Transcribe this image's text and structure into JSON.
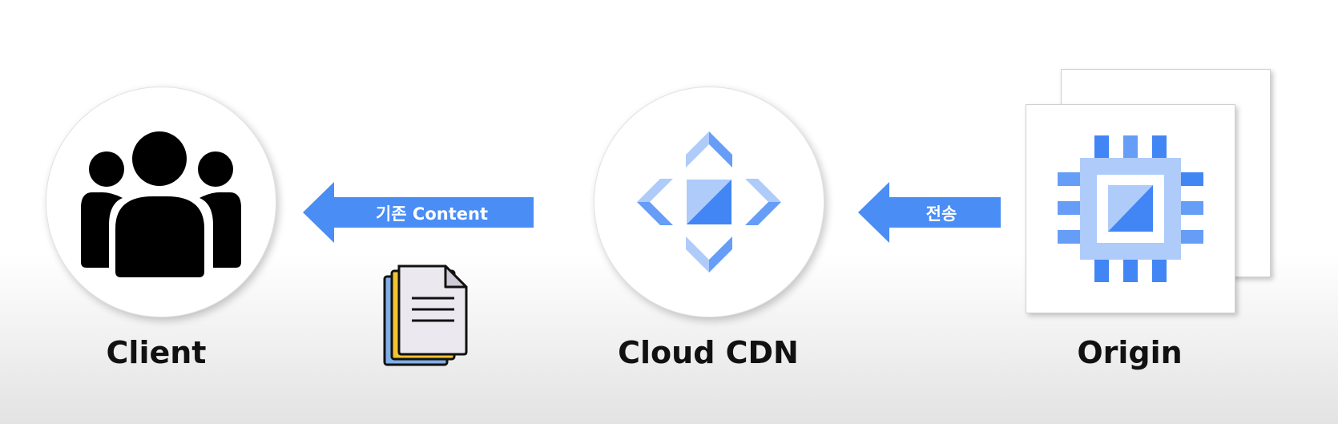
{
  "nodes": {
    "client": {
      "label": "Client"
    },
    "cloud_cdn": {
      "label": "Cloud CDN"
    },
    "origin": {
      "label": "Origin"
    }
  },
  "edges": [
    {
      "from": "cloud_cdn",
      "to": "client",
      "label": "기존 Content"
    },
    {
      "from": "origin",
      "to": "cloud_cdn",
      "label": "전송"
    }
  ],
  "colors": {
    "arrow": "#4a8df5",
    "icon_light": "#aecbfa",
    "icon_mid": "#669df6",
    "icon_dark": "#4285f4",
    "document_yellow": "#f4c430",
    "document_blue": "#7fb0e8"
  },
  "icons": {
    "client": "users-icon",
    "cloud_cdn": "cloud-cdn-icon",
    "origin": "compute-engine-chip-icon",
    "content": "document-stack-icon"
  }
}
